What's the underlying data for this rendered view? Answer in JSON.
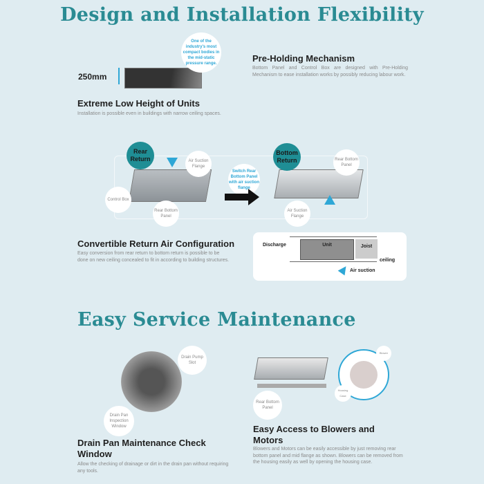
{
  "section1": {
    "title": "Design and Installation Flexibility"
  },
  "low_height": {
    "dimension": "250mm",
    "callout": "One of the industry's most compact bodies in the mid-static pressure range.",
    "heading": "Extreme Low Height of Units",
    "body": "Installation is possible even in buildings with narrow ceiling spaces."
  },
  "pre_holding": {
    "heading": "Pre-Holding Mechanism",
    "body": "Bottom Panel and Control Box are designed with Pre-Holding Mechanism to ease installation works by possibly reducing labour work."
  },
  "convert_diagram": {
    "rear_return": "Rear Return",
    "bottom_return": "Bottom Return",
    "switch_note": "Switch Rear Bottom Panel with air suction flange",
    "labels": {
      "control_box": "Control Box",
      "air_suction_flange": "Air Suction Flange",
      "rear_bottom_panel": "Rear Bottom Panel"
    }
  },
  "convertible": {
    "heading": "Convertible Return Air Configuration",
    "body": "Easy conversion from rear return to bottom return is possible to be done on new ceiling concealed to fit in according to building structures.",
    "diagram": {
      "discharge": "Discharge",
      "unit": "Unit",
      "joist": "Joist",
      "ceiling": "ceiling",
      "air_suction": "Air suction"
    }
  },
  "section2": {
    "title": "Easy Service Maintenance"
  },
  "drain": {
    "labels": {
      "pump_slot": "Drain Pump Slot",
      "inspection": "Drain Pan Inspection Window"
    },
    "heading": "Drain Pan Maintenance Check Window",
    "body": "Allow the checking of drainage or dirt in the drain pan without requiring any tools."
  },
  "blowers": {
    "labels": {
      "blower": "Blower",
      "housing": "Housing Case",
      "panel": "Rear Bottom Panel"
    },
    "heading": "Easy Access to Blowers and Motors",
    "body": "Blowers and Motors can be easily accessible by just removing rear bottom panel and mid flange as shown. Blowers can be removed from the housing easily as well by opening the housing case."
  }
}
